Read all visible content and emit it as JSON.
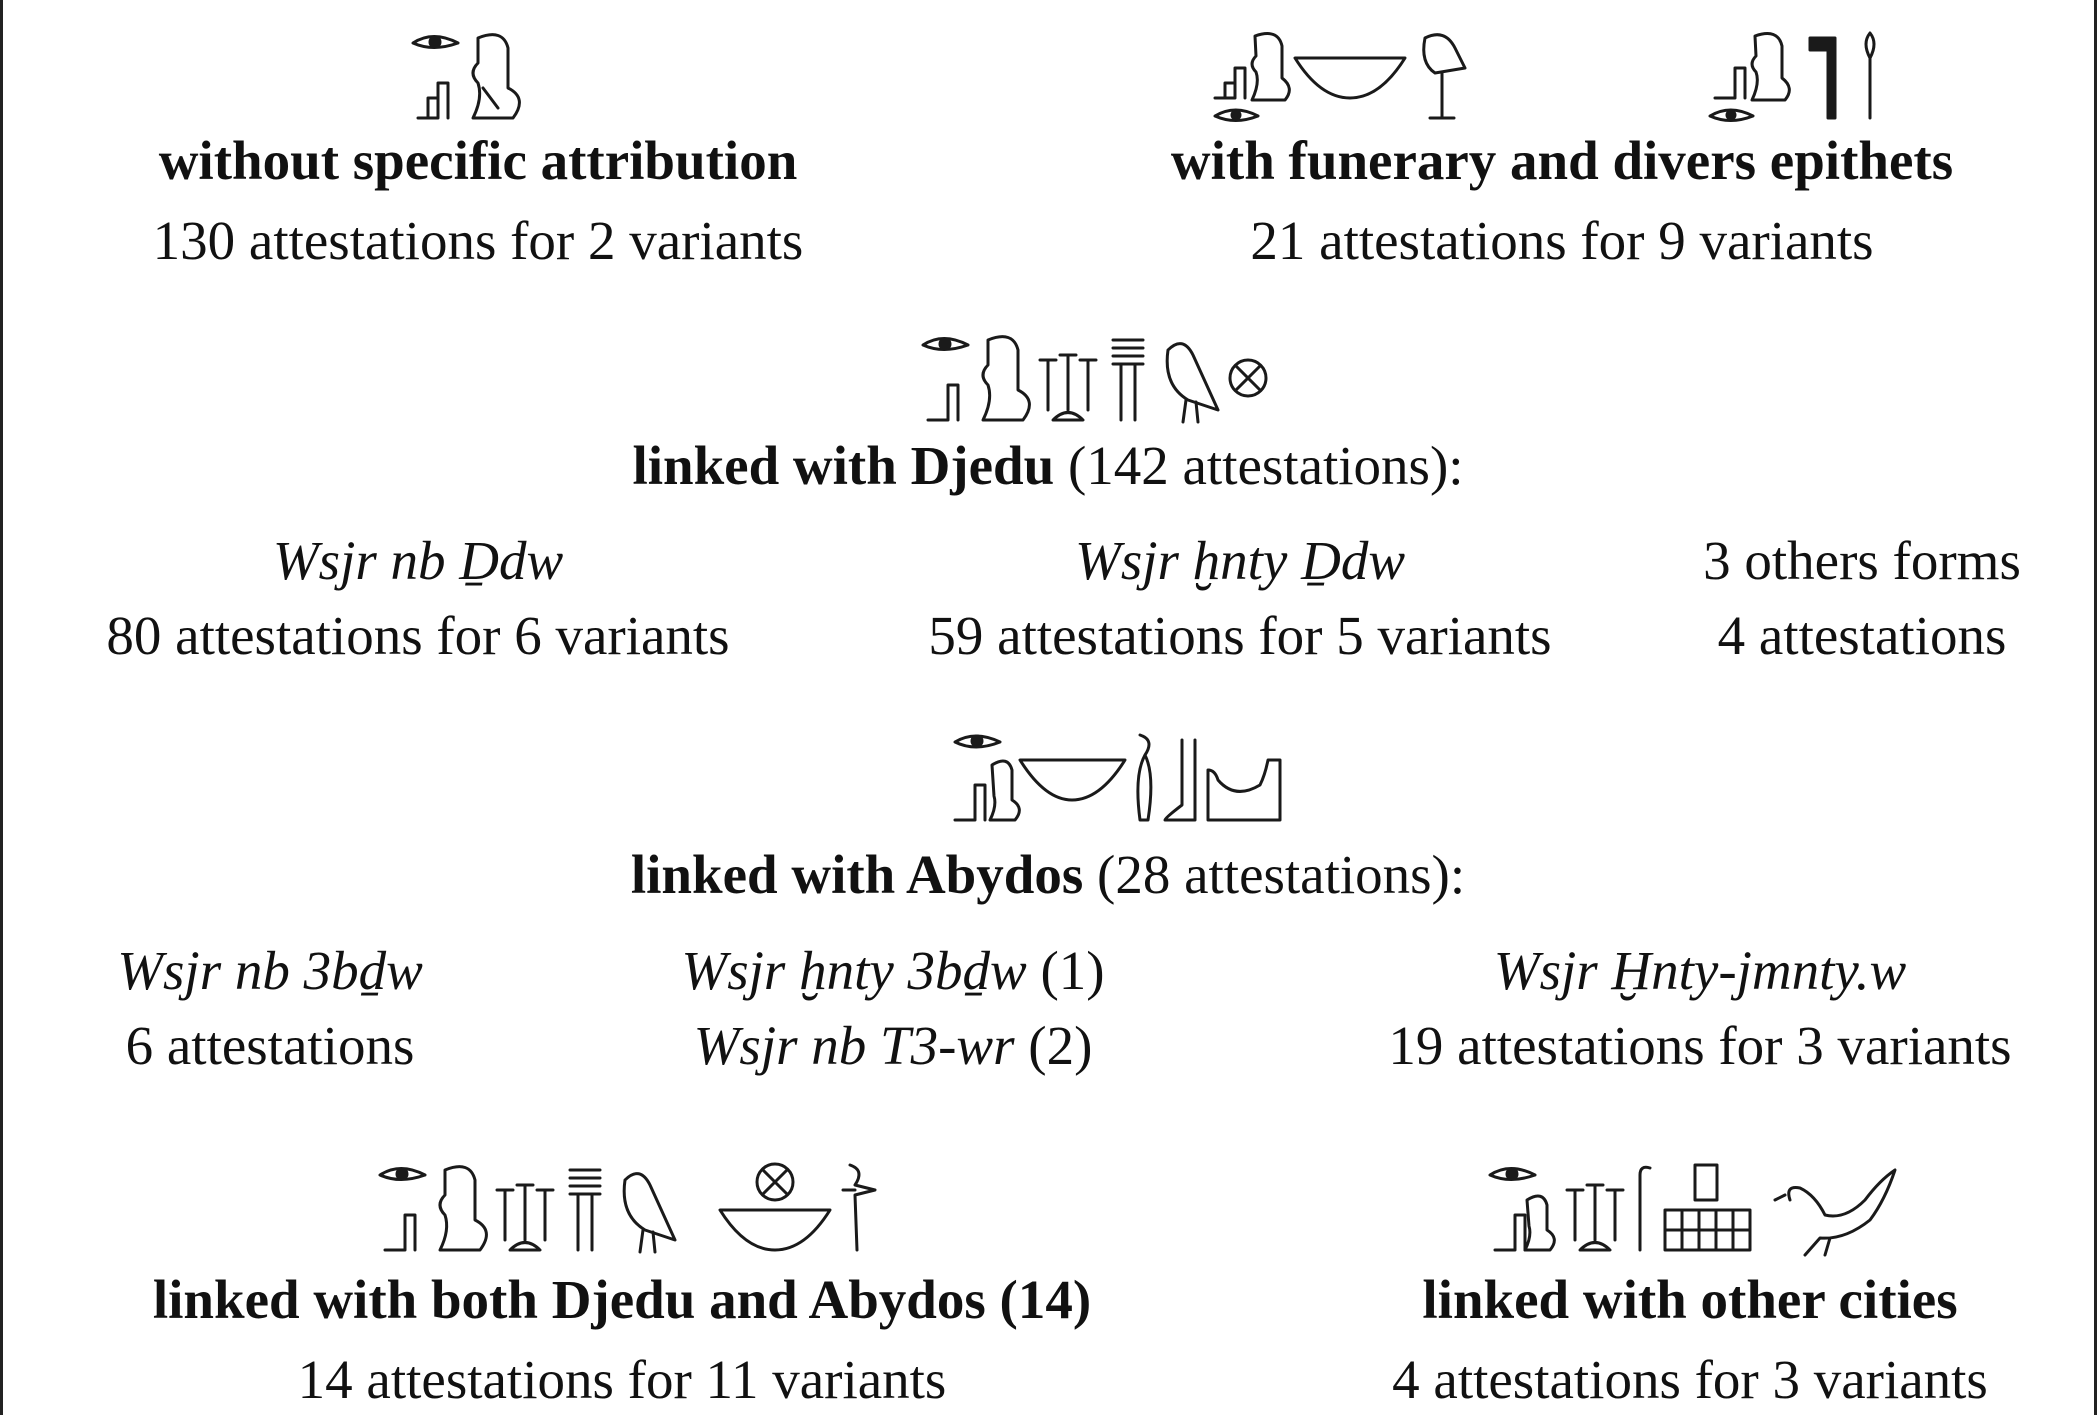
{
  "colors": {
    "ink": "#1a1a1a",
    "background": "#ffffff"
  },
  "groups": [
    {
      "id": "without",
      "title": "without specific attribution",
      "count": "130 attestations for 2 variants",
      "hieroglyphs": [
        "eye-sign",
        "throne-sign",
        "seated-god-sign"
      ]
    },
    {
      "id": "funerary",
      "title": "with funerary and divers epithets",
      "count": "21 attestations for 9 variants",
      "hieroglyphs": [
        "throne-sign",
        "seated-god-sign",
        "eye-sign",
        "basket-sign",
        "falcon-on-standard-sign",
        "seated-god-sign",
        "flag-sign",
        "scepter-sign"
      ]
    },
    {
      "id": "djedu",
      "title": "linked with Djedu",
      "title_suffix": " (142 attestations):",
      "hieroglyphs": [
        "eye-sign",
        "throne-sign",
        "seated-god-sign",
        "lotus-cluster-sign",
        "djed-pillar-sign",
        "bird-sign",
        "city-sign"
      ],
      "forms": [
        {
          "name": "Wsjr nb Ḏdw",
          "count": "80 attestations for 6 variants"
        },
        {
          "name": "Wsjr ḫnty Ḏdw",
          "count": "59 attestations for 5 variants"
        },
        {
          "name": "3 others forms",
          "count": "4 attestations"
        }
      ]
    },
    {
      "id": "abydos",
      "title": "linked with Abydos",
      "title_suffix": " (28 attestations):",
      "hieroglyphs": [
        "eye-sign",
        "throne-sign",
        "seated-god-sign",
        "basket-sign",
        "vase-sign",
        "leg-sign",
        "pool-sign"
      ],
      "forms": [
        {
          "name": "Wsjr nb 3bḏw",
          "count": "6 attestations"
        },
        {
          "name": "Wsjr ḫnty 3bḏw",
          "name_suffix": " (1)",
          "name2": "Wsjr nb T3-wr",
          "name2_suffix": " (2)"
        },
        {
          "name": "Wsjr Ḫnty-jmnty.w",
          "count": "19 attestations for 3 variants"
        }
      ]
    },
    {
      "id": "both",
      "title": "linked with both Djedu and Abydos (14)",
      "count": "14 attestations for 11 variants",
      "hieroglyphs": [
        "eye-sign",
        "throne-sign",
        "seated-god-sign",
        "lotus-cluster-sign",
        "djed-pillar-sign",
        "bird-sign",
        "city-sign",
        "basket-sign",
        "vase-sign"
      ]
    },
    {
      "id": "other",
      "title": "linked with other cities",
      "count": "4 attestations for 3 variants",
      "hieroglyphs": [
        "eye-sign",
        "throne-sign",
        "seated-god-sign",
        "lotus-cluster-sign",
        "staff-sign",
        "building-sign",
        "goose-sign"
      ]
    }
  ]
}
